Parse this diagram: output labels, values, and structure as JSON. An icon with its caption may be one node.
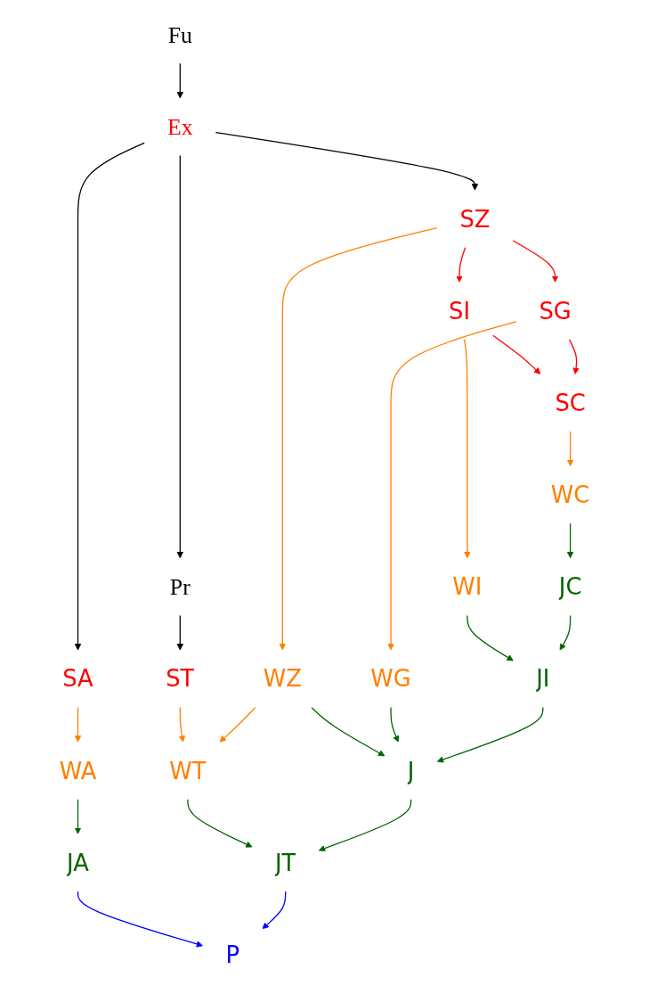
{
  "diagram": {
    "nodes": [
      {
        "text": [
          "Fu"
        ]
      },
      {
        "text": [
          "Ex"
        ]
      },
      {
        "text": [
          "Pr"
        ]
      },
      {
        "text": [
          "SZ"
        ]
      },
      {
        "text": [
          "SI"
        ]
      },
      {
        "text": [
          "SG"
        ]
      },
      {
        "text": [
          "SA"
        ]
      },
      {
        "text": [
          "ST"
        ]
      },
      {
        "text": [
          "SC"
        ]
      },
      {
        "text": [
          "WZ"
        ]
      },
      {
        "text": [
          "WC"
        ]
      },
      {
        "text": [
          "WA"
        ]
      },
      {
        "text": [
          "WT"
        ]
      },
      {
        "text": [
          "WI"
        ]
      },
      {
        "text": [
          "JC"
        ]
      },
      {
        "text": [
          "WG"
        ]
      },
      {
        "text": [
          "JA"
        ]
      },
      {
        "text": [
          "JI"
        ]
      },
      {
        "text": [
          "J"
        ]
      },
      {
        "text": [
          "JT"
        ]
      },
      {
        "text": [
          "P"
        ]
      }
    ],
    "edges": [
      {
        "from": 0,
        "to": 1,
        "arrow": "to",
        "color": "#000000"
      },
      {
        "from": 1,
        "to": 6,
        "arrow": "to",
        "color": "#000000"
      },
      {
        "from": 1,
        "to": 2,
        "arrow": "to",
        "color": "#000000"
      },
      {
        "from": 1,
        "to": 3,
        "arrow": "to",
        "color": "#000000"
      },
      {
        "from": 2,
        "to": 7,
        "arrow": "to",
        "color": "#000000"
      },
      {
        "from": 3,
        "to": 4,
        "arrow": "to",
        "color": "#ff0000"
      },
      {
        "from": 3,
        "to": 5,
        "arrow": "to",
        "color": "#ff0000"
      },
      {
        "from": 3,
        "to": 9,
        "arrow": "to",
        "color": "#ff7f00"
      },
      {
        "from": 4,
        "to": 8,
        "arrow": "to",
        "color": "#ff0000"
      },
      {
        "from": 4,
        "to": 13,
        "arrow": "to",
        "color": "#ff7f00"
      },
      {
        "from": 5,
        "to": 8,
        "arrow": "to",
        "color": "#ff0000"
      },
      {
        "from": 5,
        "to": 15,
        "arrow": "to",
        "color": "#ff7f00"
      },
      {
        "from": 6,
        "to": 11,
        "arrow": "to",
        "color": "#ff7f00"
      },
      {
        "from": 7,
        "to": 12,
        "arrow": "to",
        "color": "#ff7f00"
      },
      {
        "from": 8,
        "to": 10,
        "arrow": "to",
        "color": "#ff7f00"
      },
      {
        "from": 9,
        "to": 12,
        "arrow": "to",
        "color": "#ff7f00"
      },
      {
        "from": 9,
        "to": 18,
        "arrow": "to"
      },
      {
        "from": 10,
        "to": 14,
        "arrow": "to"
      },
      {
        "from": 11,
        "to": 16,
        "arrow": "to"
      },
      {
        "from": 12,
        "to": 19,
        "arrow": "to"
      },
      {
        "from": 13,
        "to": 17,
        "arrow": "to"
      },
      {
        "from": 14,
        "to": 17,
        "arrow": "to"
      },
      {
        "from": 15,
        "to": 18,
        "arrow": "to"
      },
      {
        "from": 17,
        "to": 18,
        "arrow": "to"
      },
      {
        "from": 16,
        "to": 20,
        "arrow": "to",
        "color": "#0000ff"
      },
      {
        "from": 18,
        "to": 19,
        "arrow": "to"
      },
      {
        "from": 19,
        "to": 20,
        "arrow": "to",
        "color": "#0000ff"
      }
    ]
  }
}
